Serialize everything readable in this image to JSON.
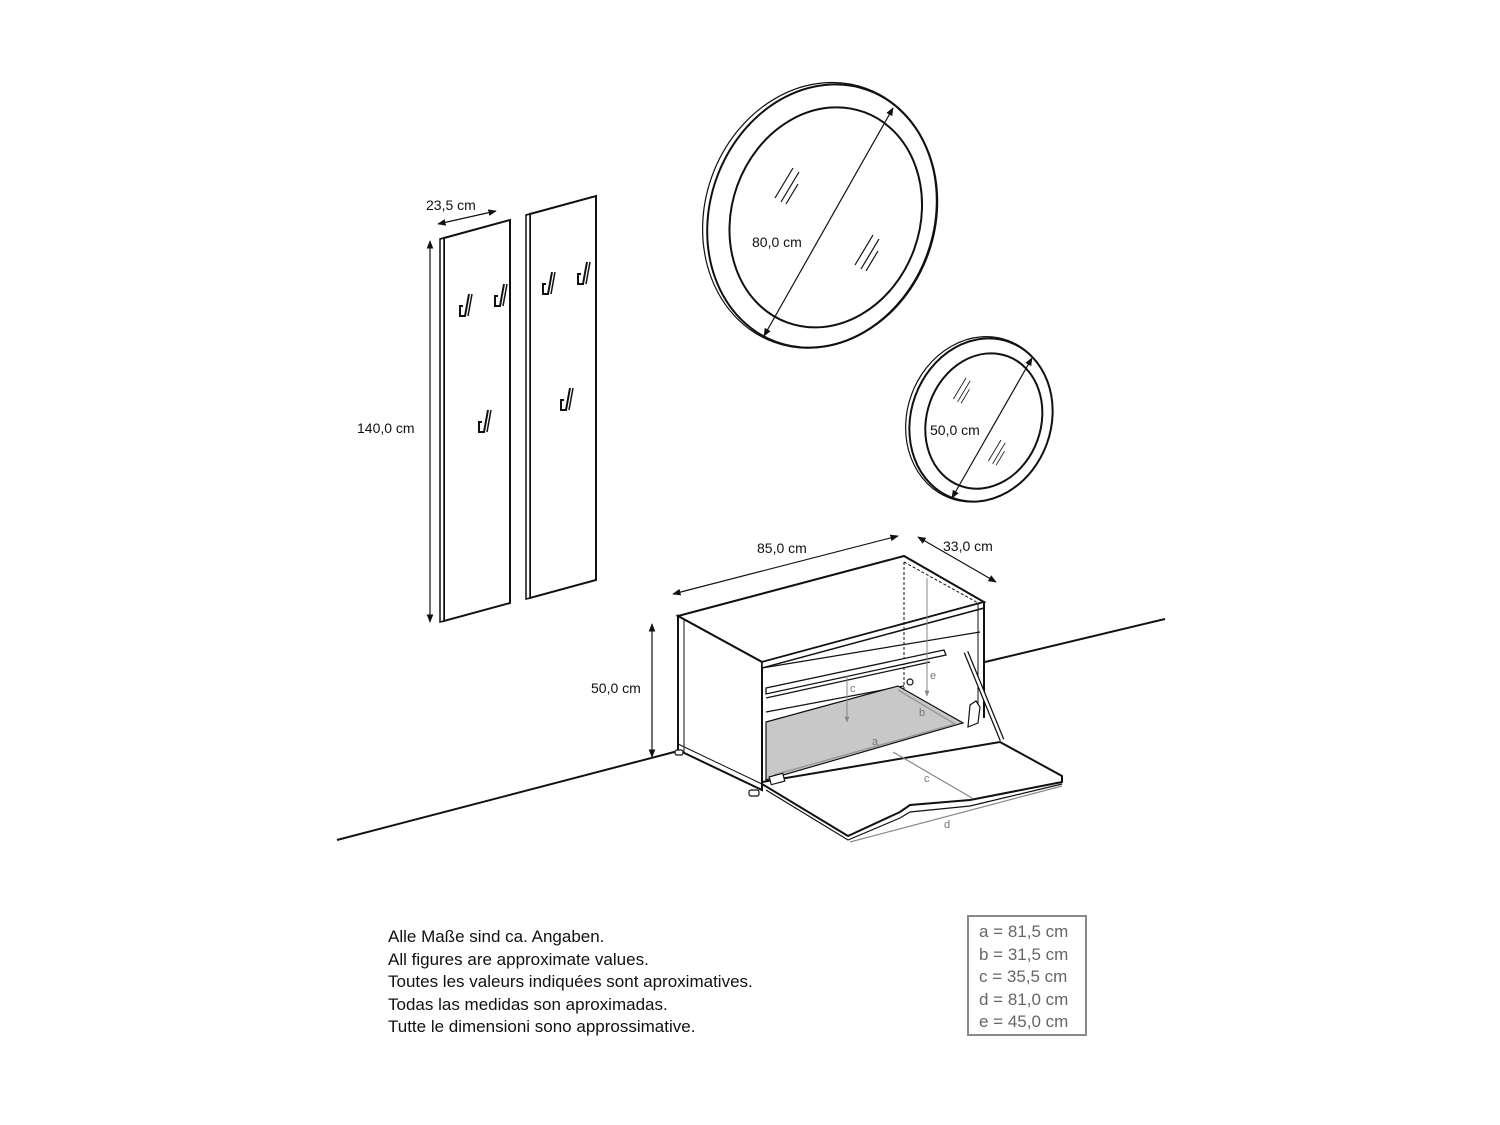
{
  "diagram": {
    "title": "Hallway furniture set dimensions",
    "colors": {
      "line": "#111111",
      "shelf_fill": "#c8c8c8",
      "label": "#777777",
      "legend_border": "#8a8a8a",
      "legend_text": "#666666"
    },
    "coat_panels": {
      "count": 2,
      "width_label": "23,5 cm",
      "height_label": "140,0 cm",
      "hooks_per_panel": 3,
      "hook_icon": "coat-hook-icon"
    },
    "mirror_large": {
      "diameter_label": "80,0 cm",
      "glare_icon": "mirror-glare-icon"
    },
    "mirror_small": {
      "diameter_label": "50,0 cm",
      "glare_icon": "mirror-glare-icon"
    },
    "shoe_cabinet": {
      "width_label": "85,0 cm",
      "depth_label": "33,0 cm",
      "height_label": "50,0 cm",
      "inner_labels": {
        "a": "a",
        "b": "b",
        "c_inner": "c",
        "c_flap": "c",
        "d": "d",
        "e": "e"
      }
    }
  },
  "notes": {
    "lines": [
      "Alle Maße sind ca. Angaben.",
      "All figures are approximate values.",
      "Toutes les valeurs indiquées sont aproximatives.",
      "Todas las medidas son aproximadas.",
      "Tutte le dimensioni sono approssimative."
    ]
  },
  "legend": {
    "items": [
      "a = 81,5 cm",
      "b = 31,5 cm",
      "c = 35,5 cm",
      "d = 81,0 cm",
      "e = 45,0 cm"
    ]
  }
}
